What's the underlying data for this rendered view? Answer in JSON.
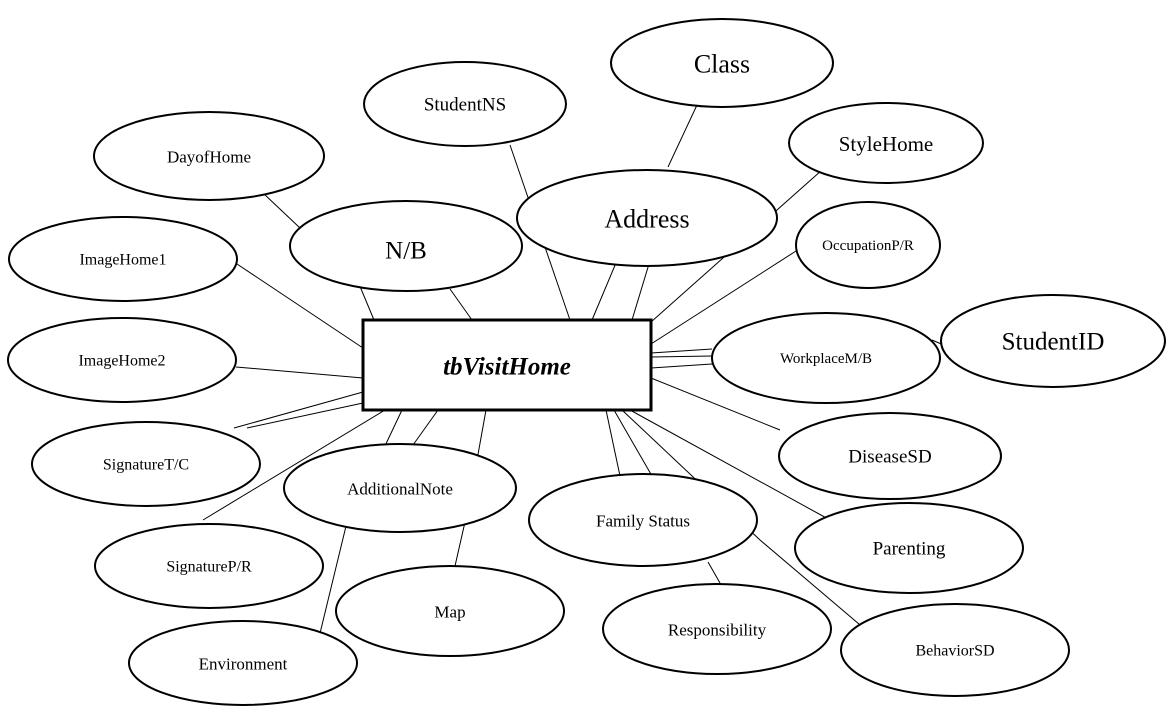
{
  "entity": {
    "label": "tbVisitHome"
  },
  "attributes": {
    "class": "Class",
    "studentns": "StudentNS",
    "stylehome": "StyleHome",
    "dayofhome": "DayofHome",
    "address": "Address",
    "nb": "N/B",
    "imagehome1": "ImageHome1",
    "occupation": "OccupationP/R",
    "studentid": "StudentID",
    "imagehome2": "ImageHome2",
    "workplace": "WorkplaceM/B",
    "signaturetc": "SignatureT/C",
    "disease": "DiseaseSD",
    "additionalnote": "AdditionalNote",
    "familystatus": "Family Status",
    "signaturepr": "SignatureP/R",
    "parenting": "Parenting",
    "map": "Map",
    "responsibility": "Responsibility",
    "behavior": "BehaviorSD",
    "environment": "Environment"
  }
}
